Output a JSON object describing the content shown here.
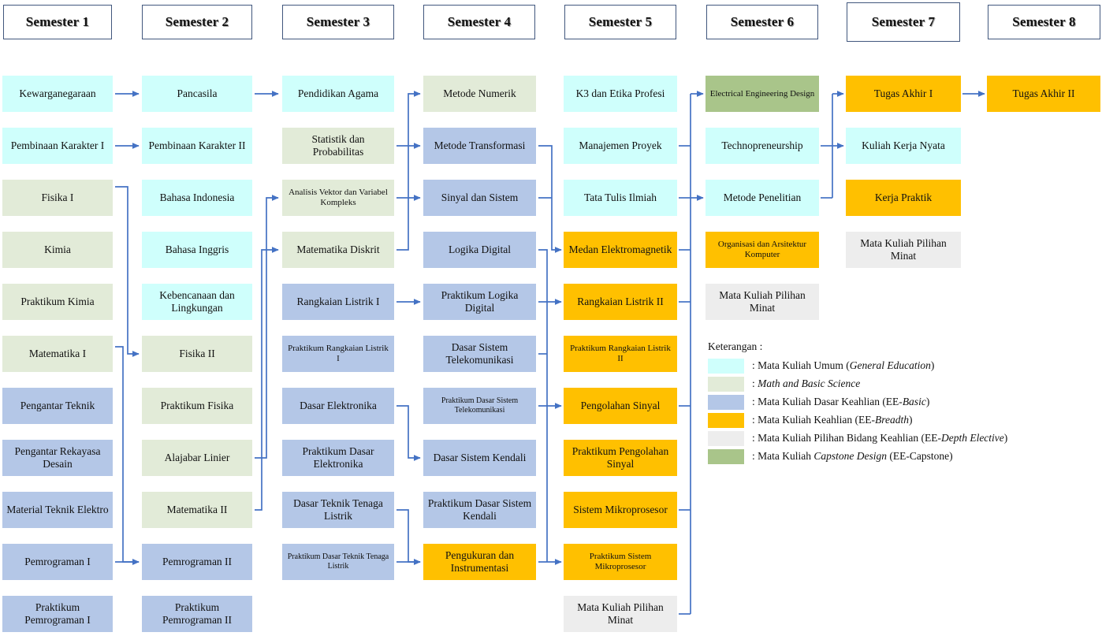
{
  "title": "Kurikulum Teknik Elektro - Peta Mata Kuliah per Semester",
  "palette": {
    "general_education": "#CFFFFC",
    "math_basic_science": "#E2EBD8",
    "ee_basic": "#B4C7E7",
    "ee_breadth": "#FFC000",
    "ee_depth_elective": "#EDEDED",
    "ee_capstone": "#A9C58A",
    "arrow": "#4472c4",
    "header_border": "#41577d",
    "text": "#111111"
  },
  "headers": [
    {
      "label": "Semester 1"
    },
    {
      "label": "Semester 2"
    },
    {
      "label": "Semester 3"
    },
    {
      "label": "Semester 4"
    },
    {
      "label": "Semester 5"
    },
    {
      "label": "Semester 6"
    },
    {
      "label": "Semester 7"
    },
    {
      "label": "Semester 8"
    }
  ],
  "columns": [
    {
      "semester": 1,
      "courses": [
        {
          "label": "Kewarganegaraan",
          "category": "general_education"
        },
        {
          "label": "Pembinaan Karakter I",
          "category": "general_education"
        },
        {
          "label": "Fisika I",
          "category": "math_basic_science"
        },
        {
          "label": "Kimia",
          "category": "math_basic_science"
        },
        {
          "label": "Praktikum Kimia",
          "category": "math_basic_science"
        },
        {
          "label": "Matematika I",
          "category": "math_basic_science"
        },
        {
          "label": "Pengantar Teknik",
          "category": "ee_basic"
        },
        {
          "label": "Pengantar Rekayasa Desain",
          "category": "ee_basic"
        },
        {
          "label": "Material Teknik Elektro",
          "category": "ee_basic"
        },
        {
          "label": "Pemrograman I",
          "category": "ee_basic"
        },
        {
          "label": "Praktikum Pemrograman I",
          "category": "ee_basic"
        }
      ]
    },
    {
      "semester": 2,
      "courses": [
        {
          "label": "Pancasila",
          "category": "general_education"
        },
        {
          "label": "Pembinaan Karakter II",
          "category": "general_education"
        },
        {
          "label": "Bahasa Indonesia",
          "category": "general_education"
        },
        {
          "label": "Bahasa Inggris",
          "category": "general_education"
        },
        {
          "label": "Kebencanaan dan Lingkungan",
          "category": "general_education"
        },
        {
          "label": "Fisika II",
          "category": "math_basic_science"
        },
        {
          "label": "Praktikum Fisika",
          "category": "math_basic_science"
        },
        {
          "label": "Alajabar Linier",
          "category": "math_basic_science"
        },
        {
          "label": "Matematika II",
          "category": "math_basic_science"
        },
        {
          "label": "Pemrograman II",
          "category": "ee_basic"
        },
        {
          "label": "Praktikum Pemrograman II",
          "category": "ee_basic"
        }
      ]
    },
    {
      "semester": 3,
      "courses": [
        {
          "label": "Pendidikan Agama",
          "category": "general_education"
        },
        {
          "label": "Statistik dan Probabilitas",
          "category": "math_basic_science"
        },
        {
          "label": "Analisis Vektor dan Variabel Kompleks",
          "category": "math_basic_science",
          "size": "sm"
        },
        {
          "label": "Matematika Diskrit",
          "category": "math_basic_science"
        },
        {
          "label": "Rangkaian Listrik I",
          "category": "ee_basic"
        },
        {
          "label": "Praktikum Rangkaian Listrik I",
          "category": "ee_basic",
          "size": "sm"
        },
        {
          "label": "Dasar Elektronika",
          "category": "ee_basic"
        },
        {
          "label": "Praktikum Dasar Elektronika",
          "category": "ee_basic"
        },
        {
          "label": "Dasar Teknik Tenaga Listrik",
          "category": "ee_basic"
        },
        {
          "label": "Praktikum Dasar Teknik Tenaga Listrik",
          "category": "ee_basic",
          "size": "xs"
        }
      ]
    },
    {
      "semester": 4,
      "courses": [
        {
          "label": "Metode Numerik",
          "category": "math_basic_science"
        },
        {
          "label": "Metode Transformasi",
          "category": "ee_basic"
        },
        {
          "label": "Sinyal dan Sistem",
          "category": "ee_basic"
        },
        {
          "label": "Logika Digital",
          "category": "ee_basic"
        },
        {
          "label": "Praktikum Logika Digital",
          "category": "ee_basic"
        },
        {
          "label": "Dasar Sistem Telekomunikasi",
          "category": "ee_basic"
        },
        {
          "label": "Praktikum Dasar Sistem Telekomunikasi",
          "category": "ee_basic",
          "size": "xs"
        },
        {
          "label": "Dasar Sistem Kendali",
          "category": "ee_basic"
        },
        {
          "label": "Praktikum Dasar Sistem Kendali",
          "category": "ee_basic"
        },
        {
          "label": "Pengukuran dan Instrumentasi",
          "category": "ee_breadth"
        }
      ]
    },
    {
      "semester": 5,
      "courses": [
        {
          "label": "K3 dan Etika Profesi",
          "category": "general_education"
        },
        {
          "label": "Manajemen Proyek",
          "category": "general_education"
        },
        {
          "label": "Tata Tulis Ilmiah",
          "category": "general_education"
        },
        {
          "label": "Medan Elektromagnetik",
          "category": "ee_breadth"
        },
        {
          "label": "Rangkaian Listrik II",
          "category": "ee_breadth"
        },
        {
          "label": "Praktikum Rangkaian Listrik II",
          "category": "ee_breadth",
          "size": "sm"
        },
        {
          "label": "Pengolahan Sinyal",
          "category": "ee_breadth"
        },
        {
          "label": "Praktikum Pengolahan Sinyal",
          "category": "ee_breadth"
        },
        {
          "label": "Sistem Mikroprosesor",
          "category": "ee_breadth"
        },
        {
          "label": "Praktikum Sistem Mikroprosesor",
          "category": "ee_breadth",
          "size": "sm"
        },
        {
          "label": "Mata Kuliah Pilihan Minat",
          "category": "ee_depth_elective"
        }
      ]
    },
    {
      "semester": 6,
      "courses": [
        {
          "label": "Electrical Engineering Design",
          "category": "ee_capstone",
          "size": "sm"
        },
        {
          "label": "Technopreneurship",
          "category": "general_education"
        },
        {
          "label": "Metode Penelitian",
          "category": "general_education"
        },
        {
          "label": "Organisasi dan Arsitektur Komputer",
          "category": "ee_breadth",
          "size": "sm"
        },
        {
          "label": "Mata Kuliah Pilihan Minat",
          "category": "ee_depth_elective"
        }
      ]
    },
    {
      "semester": 7,
      "courses": [
        {
          "label": "Tugas Akhir I",
          "category": "ee_breadth"
        },
        {
          "label": "Kuliah Kerja Nyata",
          "category": "general_education"
        },
        {
          "label": "Kerja Praktik",
          "category": "ee_breadth"
        },
        {
          "label": "Mata Kuliah Pilihan Minat",
          "category": "ee_depth_elective"
        }
      ]
    },
    {
      "semester": 8,
      "courses": [
        {
          "label": "Tugas Akhir II",
          "category": "ee_breadth"
        }
      ]
    }
  ],
  "legend": {
    "title": "Keterangan :",
    "items": [
      {
        "category": "general_education",
        "prefix": ": Mata Kuliah Umum (",
        "italic": "General Education",
        "suffix": ")"
      },
      {
        "category": "math_basic_science",
        "prefix": ": ",
        "italic": "Math and Basic Science",
        "suffix": ""
      },
      {
        "category": "ee_basic",
        "prefix": ": Mata Kuliah Dasar Keahlian (EE-",
        "italic": "Basic",
        "suffix": ")"
      },
      {
        "category": "ee_breadth",
        "prefix": ": Mata Kuliah Keahlian (EE-",
        "italic": "Breadth",
        "suffix": ")"
      },
      {
        "category": "ee_depth_elective",
        "prefix": ": Mata Kuliah Pilihan Bidang Keahlian (EE-",
        "italic": "Depth Elective",
        "suffix": ")"
      },
      {
        "category": "ee_capstone",
        "prefix": ": Mata Kuliah ",
        "italic": "Capstone Design",
        "suffix": " (EE-Capstone)"
      }
    ]
  }
}
